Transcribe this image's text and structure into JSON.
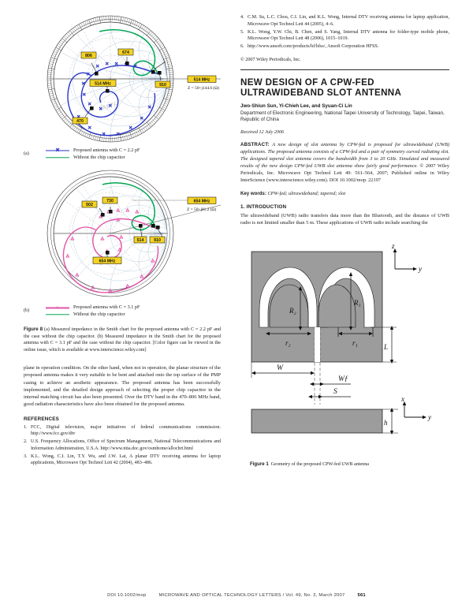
{
  "footer": {
    "doi": "DOI 10.1002/mop",
    "journal": "MICROWAVE AND OPTICAL TECHNOLOGY LETTERS  /  Vol. 49, No. 3, March 2007",
    "page": "561"
  },
  "left_column": {
    "figure8": {
      "panel_a": {
        "id": "(a)",
        "legend": [
          {
            "marker": "x",
            "color": "#2a35c8",
            "label": "Proposed antenna with C = 2.2 pF"
          },
          {
            "marker": "line",
            "color": "#00a651",
            "label": "Without the chip capacitor"
          }
        ],
        "tags": [
          "806",
          "674",
          "514 MHz",
          "910",
          "470"
        ],
        "callout_freq": "514 MHz",
        "callout_impedance": "Z = 50+j144.6 (Ω)"
      },
      "panel_b": {
        "id": "(b)",
        "legend": [
          {
            "marker": "triangle",
            "color": "#e255a8",
            "label": "Proposed antenna with C = 3.1 pF"
          },
          {
            "marker": "line",
            "color": "#00a651",
            "label": "Without the chip capacitor"
          }
        ],
        "tags": [
          "502",
          "730",
          "514",
          "910",
          "654 MHz"
        ],
        "callout_freq": "654 MHz",
        "callout_impedance": "Z = 50+j81.2 (Ω)"
      },
      "caption_label": "Figure 8",
      "caption_text": "(a) Measured impedance in the Smith chart for the proposed antenna with C = 2.2 pF and the case without the chip capacitor. (b) Measured impedance in the Smith chart for the proposed antenna with C = 3.1 pF and the case without the chip capacitor. [Color figure can be viewed in the online issue, which is available at www.interscience.wiley.com]"
    },
    "body_paragraph": "plane in operation condition. On the other hand, when not in operation, the planar structure of the proposed antenna makes it very suitable to be bent and attached onto the top surface of the PMP casing to achieve an aesthetic appearance. The proposed antenna has been successfully implemented, and the detailed design approach of selecting the proper chip capacitor in the internal matching circuit has also been presented. Over the DTV band in the 470–806 MHz band, good radiation characteristics have also been obtained for the proposed antenna.",
    "references_heading": "REFERENCES",
    "references": [
      {
        "num": "1.",
        "text": "FCC, Digital television, major initiatives of federal communications commission. http://www.fcc.gov/dtv"
      },
      {
        "num": "2.",
        "text": "U.S. Frequency Allocations, Office of Spectrum Management, National Telecommunications and Information Administration, U.S.A. http://www.ntia.doc.gov/osmhome/allochrt.html"
      },
      {
        "num": "3.",
        "text": "K.L. Wong, C.I. Lin, T.Y. Wu, and J.W. Lai, A planar DTV receiving antenna for laptop applications, Microwave Opt Technol Lett 42 (2004), 483–486."
      }
    ]
  },
  "right_column": {
    "references_continued": [
      {
        "num": "4.",
        "text": "C.M. Su, L.C. Chou, C.I. Lin, and K.L. Wong, Internal DTV receiving antenna for laptop application, Microwave Opt Technol Lett 44 (2005), 4–6."
      },
      {
        "num": "5.",
        "text": "K.L. Wong, Y.W. Chi, B. Chen, and S. Yang, Internal DTV antenna for folder-type mobile phone, Microwave Opt Technol Lett 48 (2006), 1015–1019."
      },
      {
        "num": "6.",
        "text": "http://www.ansoft.com/products/hf/hfss/, Ansoft Corporation HFSS."
      }
    ],
    "copyright": "© 2007 Wiley Periodicals, Inc.",
    "article_title": "NEW DESIGN OF A CPW-FED ULTRAWIDEBAND SLOT ANTENNA",
    "authors": "Jwo-Shiun Sun, Yi-Chieh Lee, and Syuan-Ci Lin",
    "affiliation": "Department of Electronic Engineering, National Taipei University of Technology, Taipei, Taiwan, Republic of China",
    "received": "Received 12 July 2006",
    "abstract_label": "ABSTRACT:",
    "abstract_italic": "A new design of slot antenna by CPW-fed is proposed for ultrawideband (UWB) applications. The proposed antenna consists of a CPW-fed and a pair of symmetry curved radiating slot. The designed tapered slot antenna covers the bandwidth from 3 to 20 GHz. Simulated and measured results of the new design CPW-fed UWB slot antenna show fairly good performance.",
    "abstract_tail": "© 2007 Wiley Periodicals, Inc. Microwave Opt Technol Lett 49: 561–564, 2007; Published online in Wiley InterScience (www.interscience.wiley.com). DOI 10.1002/mop. 22197",
    "keywords_label": "Key words:",
    "keywords_value": "CPW-fed; ultrawideband; tapered; slot",
    "intro_heading": "1. INTRODUCTION",
    "intro_text": "The ultrawideband (UWB) radio transfers data more than the Bluetooth, and the distance of UWB radio is not limited smaller than 5 m. These applications of UWB radio include searching the",
    "figure1": {
      "caption_label": "Figure 1",
      "caption_text": "Geometry of the proposed CPW-fed UWB antenna",
      "dimension_labels": [
        "R₁",
        "R₂",
        "r₁",
        "r₂",
        "L",
        "W",
        "Wƒ",
        "S",
        "h"
      ],
      "axis_labels_top": [
        "z",
        "y"
      ],
      "axis_labels_bottom": [
        "x",
        "y"
      ],
      "substrate_color": "#9c9c9c"
    }
  }
}
